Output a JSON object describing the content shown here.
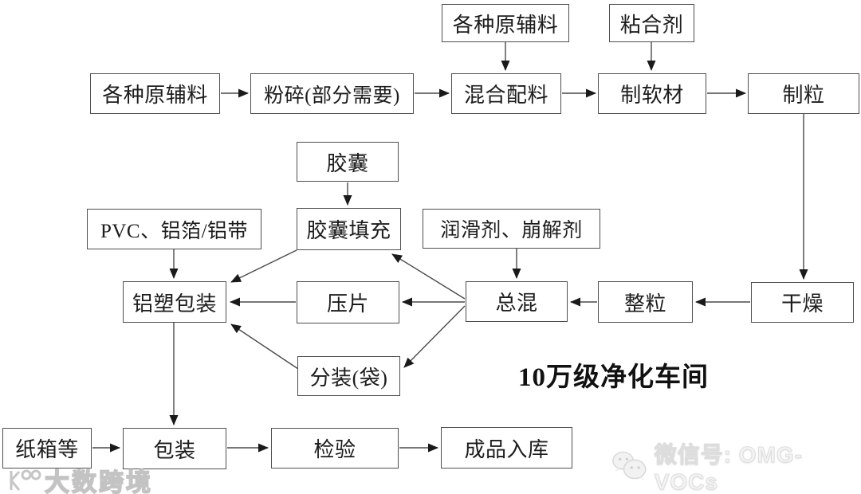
{
  "diagram": {
    "annotation": "10万级净化车间",
    "nodes": {
      "raw_materials_1": "各种原辅料",
      "crushing": "粉碎(部分需要)",
      "raw_materials_2": "各种原辅料",
      "binder": "粘合剂",
      "mixing_ingredients": "混合配料",
      "soft_material": "制软材",
      "granulation": "制粒",
      "capsule": "胶囊",
      "capsule_filling": "胶囊填充",
      "lubricant_disintegrant": "润滑剂、崩解剂",
      "pvc_foil": "PVC、铝箔/铝带",
      "blister_packaging": "铝塑包装",
      "tablet_pressing": "压片",
      "final_blending": "总混",
      "granule_sizing": "整粒",
      "drying": "干燥",
      "bag_packing": "分装(袋)",
      "carton": "纸箱等",
      "packaging": "包装",
      "inspection": "检验",
      "warehousing": "成品入库"
    },
    "edges": [
      {
        "from": "raw_materials_1",
        "to": "crushing"
      },
      {
        "from": "crushing",
        "to": "mixing_ingredients"
      },
      {
        "from": "raw_materials_2",
        "to": "mixing_ingredients"
      },
      {
        "from": "mixing_ingredients",
        "to": "soft_material"
      },
      {
        "from": "binder",
        "to": "soft_material"
      },
      {
        "from": "soft_material",
        "to": "granulation"
      },
      {
        "from": "granulation",
        "to": "drying"
      },
      {
        "from": "drying",
        "to": "granule_sizing"
      },
      {
        "from": "granule_sizing",
        "to": "final_blending"
      },
      {
        "from": "lubricant_disintegrant",
        "to": "final_blending"
      },
      {
        "from": "capsule",
        "to": "capsule_filling"
      },
      {
        "from": "final_blending",
        "to": "capsule_filling"
      },
      {
        "from": "final_blending",
        "to": "tablet_pressing"
      },
      {
        "from": "final_blending",
        "to": "bag_packing"
      },
      {
        "from": "pvc_foil",
        "to": "blister_packaging"
      },
      {
        "from": "capsule_filling",
        "to": "blister_packaging"
      },
      {
        "from": "tablet_pressing",
        "to": "blister_packaging"
      },
      {
        "from": "bag_packing",
        "to": "blister_packaging"
      },
      {
        "from": "blister_packaging",
        "to": "packaging"
      },
      {
        "from": "carton",
        "to": "packaging"
      },
      {
        "from": "packaging",
        "to": "inspection"
      },
      {
        "from": "inspection",
        "to": "warehousing"
      }
    ]
  },
  "watermarks": {
    "bottom_left": "大数跨境",
    "bottom_right": "微信号: OMG-VOCs"
  },
  "colors": {
    "line": "#4a4a4a",
    "arrowhead": "#1a1a1a",
    "box_border": "#4f4f4f",
    "text": "#1c1c1c",
    "watermark": "#c8c8c8"
  }
}
